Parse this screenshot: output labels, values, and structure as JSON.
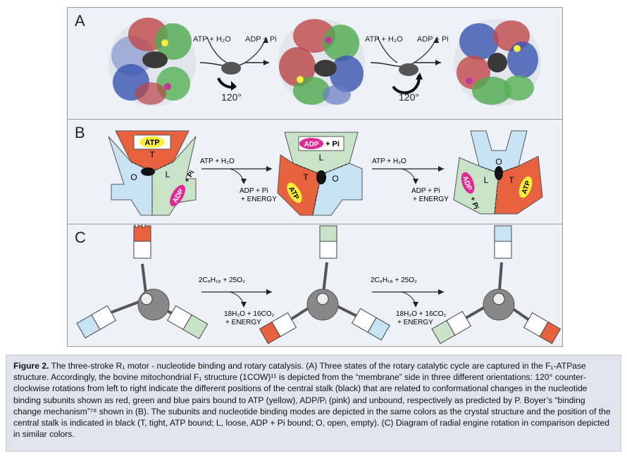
{
  "panels": {
    "a": {
      "label": "A",
      "reaction1": {
        "left": "ATP + H₂O",
        "right": "ADP + Pi",
        "angle": "120°"
      },
      "reaction2": {
        "left": "ATP + H₂O",
        "right": "ADP + Pi",
        "angle": "120°"
      }
    },
    "b": {
      "label": "B",
      "reaction1": {
        "top": "ATP + H₂O",
        "bottom1": "ADP + Pi",
        "bottom2": "+ ENERGY"
      },
      "reaction2": {
        "top": "ATP + H₂O",
        "bottom1": "ADP + Pi",
        "bottom2": "+ ENERGY"
      },
      "state_labels": {
        "T": "T",
        "L": "L",
        "O": "O",
        "ATP": "ATP",
        "ADP": "ADP",
        "Pi": "+ Pi"
      }
    },
    "c": {
      "label": "C",
      "reaction1": {
        "top": "2C₈H₁₈ + 25O₂",
        "bottom1": "18H₂O + 16CO₂",
        "bottom2": "+ ENERGY"
      },
      "reaction2": {
        "top": "2C₈H₁₈ + 25O₂",
        "bottom1": "18H₂O + 16CO₂",
        "bottom2": "+ ENERGY"
      }
    }
  },
  "caption": {
    "title": "Figure 2.",
    "text": "The three-stroke R₁ motor - nucleotide binding and rotary catalysis. (A) Three states of the rotary catalytic cycle are captured in the F₁-ATPase structure. Accordingly, the bovine mitochondrial F₁ structure (1COW)¹¹ is depicted from the “membrane” side in three different orientations: 120° counter-clockwise rotations from left to right indicate the different positions of the central stalk (black) that are related to conformational changes in the nucleotide binding subunits shown as red, green and blue pairs bound to ATP (yellow), ADP/Pᵢ (pink) and unbound, respectively as predicted by P. Boyer’s “binding change mechanism”⁷⁸ shown in (B). The subunits and nucleotide binding modes are depicted in the same colors as the crystal structure and the position of the central stalk is indicated in black (T, tight, ATP bound; L, loose, ADP + Pi bound; O, open, empty). (C) Diagram of radial engine rotation in comparison depicted in similar colors."
  },
  "colors": {
    "red": "#e8623f",
    "green": "#c9e3c8",
    "blue": "#c8e3f3",
    "yellow": "#ffef3a",
    "pink": "#e02a93",
    "protein_red": "#c23a3a",
    "protein_green": "#3f9a3f",
    "protein_blue": "#3450a6"
  }
}
